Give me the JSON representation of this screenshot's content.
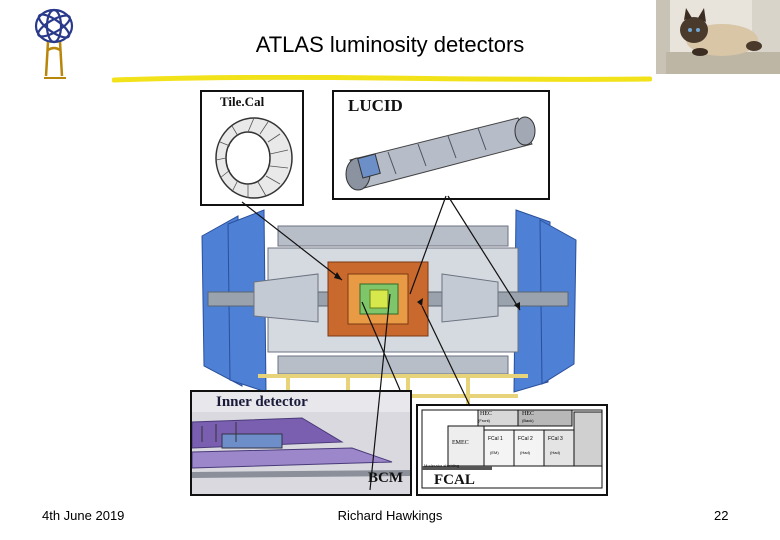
{
  "slide": {
    "title": "ATLAS luminosity detectors",
    "date": "4th June 2019",
    "author": "Richard Hawkings",
    "page_number": "22",
    "accent_color": "#f2e21a"
  },
  "figure": {
    "tilecal_label": "Tile.Cal",
    "lucid_label": "LUCID",
    "inner_detector_label": "Inner detector",
    "bcm_label": "BCM",
    "fcal_label": "FCAL",
    "fcal_cells": {
      "hec": "HEC",
      "hec_sub": "(Front)",
      "hec2": "HEC",
      "hec2_sub": "(Back)",
      "emec": "EMEC",
      "fcal1": "FCal 1",
      "fcal1_sub": "(EM)",
      "fcal2": "FCal 2",
      "fcal2_sub": "(Had)",
      "fcal3": "FCal 3",
      "fcal3_sub": "(Had)",
      "moderator": "Moderator shielding"
    }
  }
}
